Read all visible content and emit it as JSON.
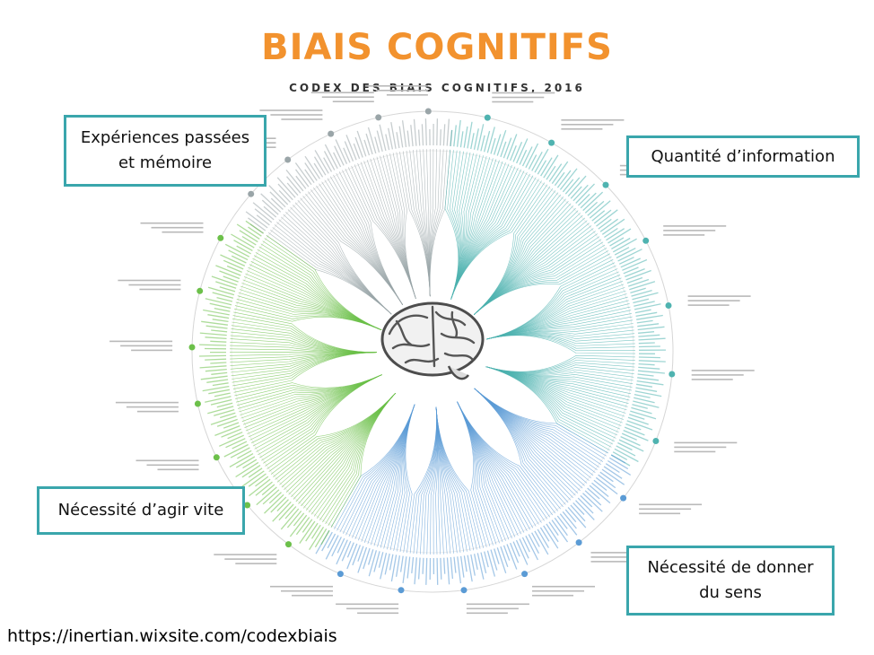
{
  "title": "BIAIS COGNITIFS",
  "subtitle": "CODEX DES BIAIS COGNITIFS, 2016",
  "colors": {
    "title": "#f2922e",
    "callout_border": "#3aa6ac",
    "memory": "#9aa5a8",
    "information": "#4fb3b0",
    "meaning": "#5b9bd5",
    "action": "#6cc04a"
  },
  "callouts": {
    "memory": "Expériences passées\net mémoire",
    "information": "Quantité d’information",
    "action": "Nécessité d’agir vite",
    "meaning": "Nécessité de donner\ndu sens"
  },
  "center_icon": "brain-icon",
  "source_url": "https://inertian.wixsite.com/codexbiais"
}
